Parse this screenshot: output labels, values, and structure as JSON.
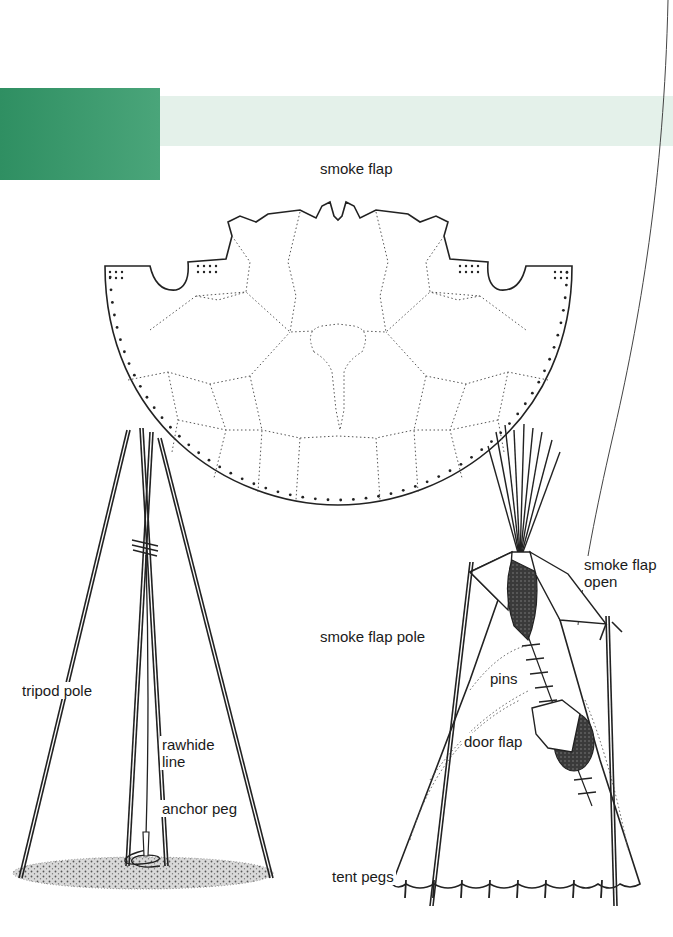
{
  "diagram": {
    "labels": [
      "smoke flap",
      "tripod pole",
      "rawhide line",
      "anchor peg",
      "smoke flap pole",
      "smoke flap open",
      "pins",
      "door flap",
      "tent pegs"
    ]
  }
}
